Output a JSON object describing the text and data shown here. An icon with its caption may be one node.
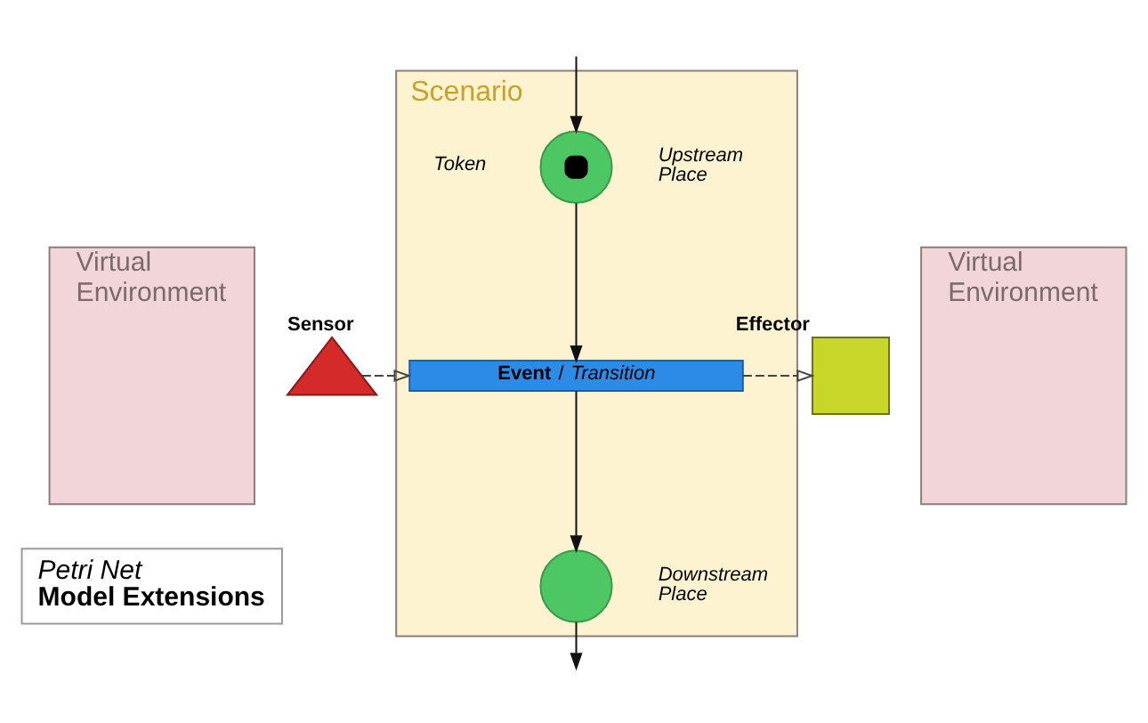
{
  "diagram": {
    "nodes": [
      {
        "text": [
          "Virtual Environment"
        ]
      },
      {
        "text": [
          "Scenario"
        ]
      },
      {
        "text": [
          "Virtual Environment"
        ]
      },
      {
        "text": [],
        "shape": "circle",
        "in": 1,
        "beside": [
          "Token",
          "Upstream Place"
        ]
      },
      {
        "text": [
          "**Event** / *Transition*"
        ],
        "in": 1
      },
      {
        "text": [],
        "shape": "circle",
        "in": 1,
        "beside": [
          "Downstream Place"
        ]
      },
      {
        "text": [],
        "shape": "triangle",
        "beside": [
          "Sensor"
        ]
      },
      {
        "text": [],
        "shape": "box",
        "beside": [
          "Effector"
        ]
      },
      {
        "text": [
          "Petri Net",
          "Model Extensions"
        ]
      }
    ],
    "edges": [
      {
        "from": null,
        "to": 3,
        "arrow": "to"
      },
      {
        "from": 3,
        "to": 4,
        "arrow": "to"
      },
      {
        "from": 4,
        "to": 5,
        "arrow": "to"
      },
      {
        "from": 5,
        "to": null,
        "arrow": "to"
      },
      {
        "from": 6,
        "to": 4,
        "arrow": "to",
        "style": "dashed"
      },
      {
        "from": 4,
        "to": 7,
        "arrow": "to",
        "style": "dashed"
      }
    ]
  }
}
